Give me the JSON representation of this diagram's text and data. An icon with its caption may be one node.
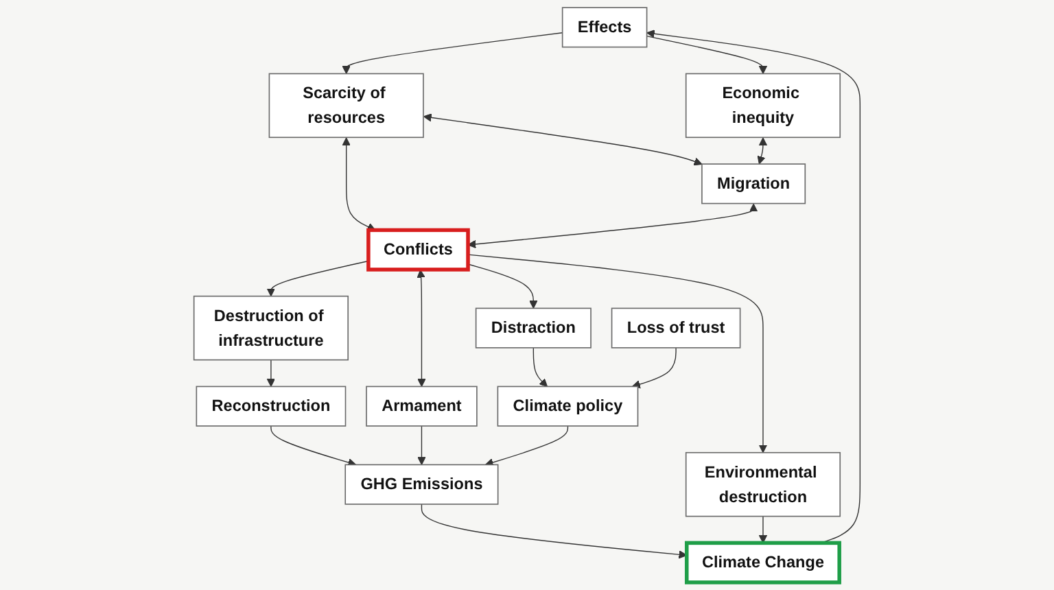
{
  "diagram": {
    "nodes": [
      {
        "text": [
          "Effects"
        ]
      },
      {
        "text": [
          "GHG Emissions"
        ]
      },
      {
        "text": [
          "Climate Change"
        ]
      },
      {
        "text": [
          "Economic inequity"
        ]
      },
      {
        "text": [
          "Scarcity of resources"
        ]
      },
      {
        "text": [
          "Climate policy"
        ]
      },
      {
        "text": [
          "Reconstruction"
        ]
      },
      {
        "text": [
          "Environmental destruction"
        ]
      },
      {
        "text": [
          "Migration"
        ]
      },
      {
        "text": [
          "Destruction of infrastructure"
        ]
      },
      {
        "text": [
          "Loss of trust"
        ]
      },
      {
        "text": [
          "Conflicts"
        ]
      },
      {
        "text": [
          "Distraction"
        ]
      },
      {
        "text": [
          "Armament"
        ]
      }
    ],
    "edges": [
      {
        "from": 1,
        "to": 2,
        "arrow": "to"
      },
      {
        "from": 2,
        "to": 0,
        "arrow": "to"
      },
      {
        "from": 0,
        "to": 3,
        "arrow": "to"
      },
      {
        "from": 0,
        "to": 4,
        "arrow": "to"
      },
      {
        "from": 4,
        "to": 8,
        "arrow": "both"
      },
      {
        "from": 3,
        "to": 8,
        "arrow": "both"
      },
      {
        "from": 4,
        "to": 11,
        "arrow": "both"
      },
      {
        "from": 8,
        "to": 11,
        "arrow": "both"
      },
      {
        "from": 11,
        "to": 7,
        "arrow": "to"
      },
      {
        "from": 7,
        "to": 2,
        "arrow": "to"
      },
      {
        "from": 11,
        "to": 9,
        "arrow": "to"
      },
      {
        "from": 9,
        "to": 6,
        "arrow": "to"
      },
      {
        "from": 6,
        "to": 1,
        "arrow": "to"
      },
      {
        "from": 13,
        "to": 1,
        "arrow": "to"
      },
      {
        "from": 11,
        "to": 13,
        "arrow": "both"
      },
      {
        "from": 11,
        "to": 12,
        "arrow": "to"
      },
      {
        "from": 12,
        "to": 5,
        "arrow": "to"
      },
      {
        "from": 10,
        "to": 5,
        "arrow": "to"
      },
      {
        "from": 5,
        "to": 1,
        "arrow": "to"
      }
    ]
  }
}
